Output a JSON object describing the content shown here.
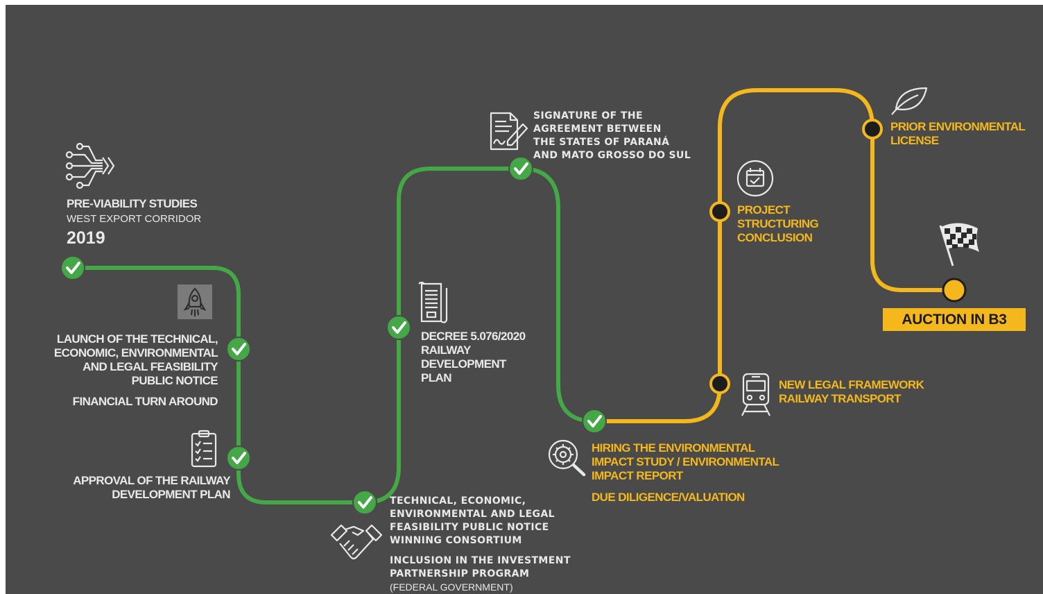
{
  "colors": {
    "background": "#4a4a4a",
    "completed_track": "#44a847",
    "upcoming_track": "#f4b81c",
    "text_light": "#e9e9e9",
    "text_accent": "#f4b81c"
  },
  "milestones": {
    "pre_viability": {
      "title": "PRE-VIABILITY STUDIES",
      "subtitle": "WEST EXPORT CORRIDOR",
      "year": "2019",
      "icon": "digital-arrows-icon",
      "status": "done"
    },
    "launch_notice": {
      "lines": [
        "LAUNCH OF THE TECHNICAL,",
        "ECONOMIC, ENVIRONMENTAL",
        "AND LEGAL FEASIBILITY",
        "PUBLIC NOTICE"
      ],
      "extra": "FINANCIAL TURN AROUND",
      "icon": "rocket-icon",
      "status": "done"
    },
    "approval_plan": {
      "lines": [
        "APPROVAL OF THE RAILWAY",
        "DEVELOPMENT PLAN"
      ],
      "icon": "checklist-icon",
      "status": "done"
    },
    "winning_consortium": {
      "lines": [
        "TECHNICAL, ECONOMIC,",
        "ENVIRONMENTAL AND LEGAL",
        "FEASIBILITY PUBLIC NOTICE",
        "WINNING CONSORTIUM"
      ],
      "extra_lines": [
        "INCLUSION IN THE INVESTMENT",
        "PARTNERSHIP PROGRAM"
      ],
      "extra_note": "(FEDERAL GOVERNMENT)",
      "icon": "handshake-icon",
      "status": "done"
    },
    "decree": {
      "lines": [
        "DECREE 5.076/2020",
        "RAILWAY",
        "DEVELOPMENT",
        "PLAN"
      ],
      "icon": "document-scroll-icon",
      "status": "done"
    },
    "signature": {
      "lines": [
        "SIGNATURE OF THE",
        "AGREEMENT BETWEEN",
        "THE STATES OF PARANÁ",
        "AND MATO GROSSO DO SUL"
      ],
      "icon": "signed-document-icon",
      "status": "done"
    },
    "hiring_eis": {
      "lines": [
        "HIRING THE ENVIRONMENTAL",
        "IMPACT STUDY / ENVIRONMENTAL",
        "IMPACT REPORT"
      ],
      "extra": "DUE DILIGENCE/VALUATION",
      "icon": "gear-search-icon",
      "status": "done"
    },
    "legal_framework": {
      "lines": [
        "NEW LEGAL FRAMEWORK",
        "RAILWAY TRANSPORT"
      ],
      "icon": "train-icon",
      "status": "pending"
    },
    "project_structuring": {
      "lines": [
        "PROJECT",
        "STRUCTURING",
        "CONCLUSION"
      ],
      "icon": "calendar-check-icon",
      "status": "pending"
    },
    "environmental_license": {
      "lines": [
        "PRIOR ENVIRONMENTAL",
        "LICENSE"
      ],
      "icon": "leaf-icon",
      "status": "pending"
    },
    "auction": {
      "label": "AUCTION IN B3",
      "icon": "checkered-flag-icon",
      "status": "final"
    }
  }
}
